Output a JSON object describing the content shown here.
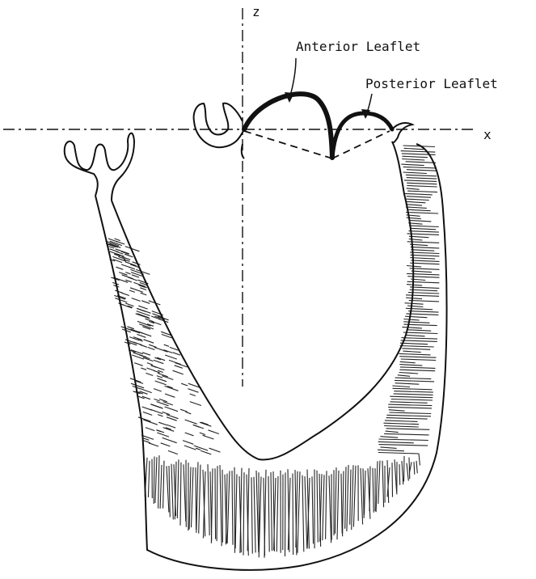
{
  "axes": {
    "x_label": "x",
    "z_label": "z"
  },
  "labels": {
    "anterior": "Anterior Leaflet",
    "posterior": "Posterior Leaflet"
  },
  "colors": {
    "ink": "#111111",
    "background": "#ffffff"
  }
}
